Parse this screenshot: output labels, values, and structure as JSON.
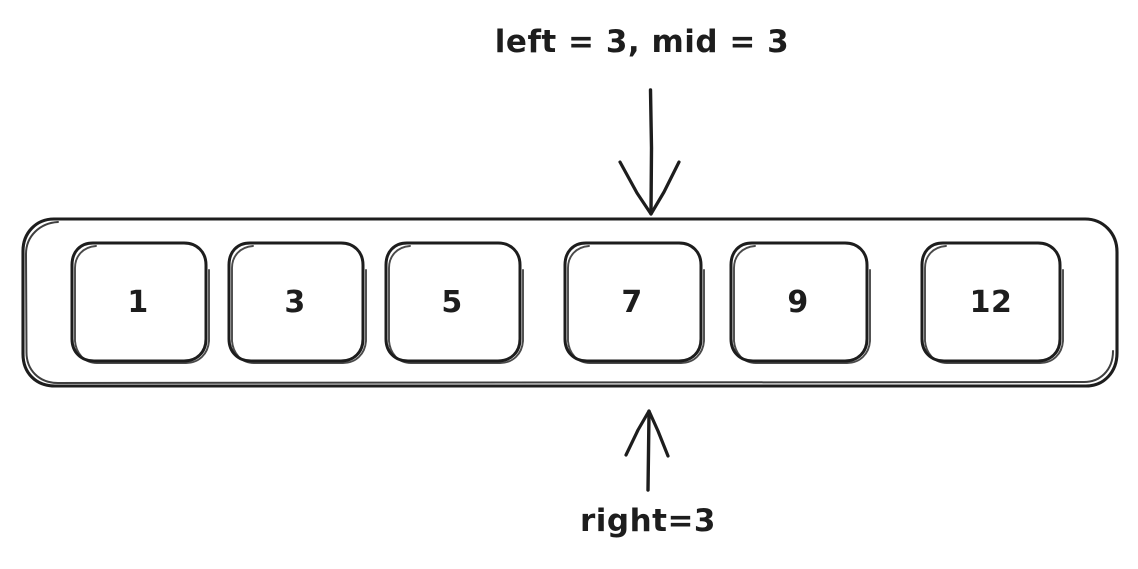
{
  "diagram": {
    "title": "binary-search-array-state",
    "background_color": "#ffffff",
    "ink_color": "#1d1d1d",
    "style": "hand-drawn-sketch"
  },
  "top_annotation": {
    "label": "left = 3, mid = 3",
    "pointer_direction": "down",
    "points_to_index": 3
  },
  "bottom_annotation": {
    "label": "right=3",
    "pointer_direction": "up",
    "points_to_index": 3
  },
  "array": {
    "name": "sorted-array",
    "length": 6,
    "cells": [
      {
        "index": 0,
        "value": "1"
      },
      {
        "index": 1,
        "value": "3"
      },
      {
        "index": 2,
        "value": "5"
      },
      {
        "index": 3,
        "value": "7"
      },
      {
        "index": 4,
        "value": "9"
      },
      {
        "index": 5,
        "value": "12"
      }
    ]
  }
}
